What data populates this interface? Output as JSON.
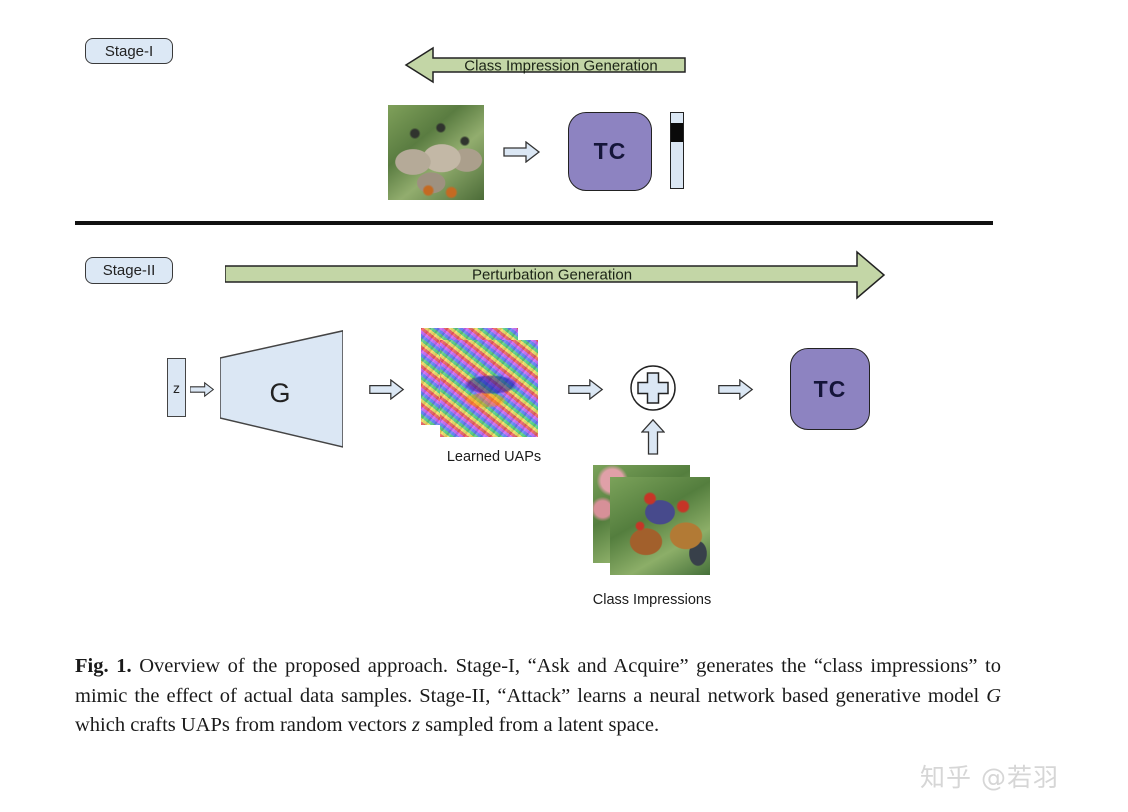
{
  "figure": {
    "stage1": {
      "badge": "Stage-I",
      "arrow_label": "Class Impression Generation",
      "classifier_label": "TC"
    },
    "stage2": {
      "badge": "Stage-II",
      "arrow_label": "Perturbation Generation",
      "latent_label": "z",
      "generator_label": "G",
      "uap_label": "Learned UAPs",
      "classifier_label": "TC",
      "class_impressions_label": "Class Impressions"
    },
    "caption": {
      "fig_label": "Fig. 1.",
      "part1": " Overview of the proposed approach. Stage-I, “Ask and Acquire” generates the “class impressions” to mimic the effect of actual data samples. Stage-II, “Attack” learns a neural network based generative model ",
      "g_var": "G",
      "part2": " which crafts UAPs from random vectors ",
      "z_var": "z",
      "part3": " sampled from a latent space."
    },
    "watermark": "知乎 @若羽"
  },
  "colors": {
    "arrow_green": "#c3d6a6",
    "arrow_green_border": "#222222",
    "shape_blue": "#dbe7f4",
    "shape_border": "#333333",
    "tc_purple": "#8d83c1",
    "badge_blue": "#dce8f5",
    "divider_black": "#111111",
    "caption_text": "#1a1a1a",
    "watermark_gray": "#d6d6d6"
  }
}
